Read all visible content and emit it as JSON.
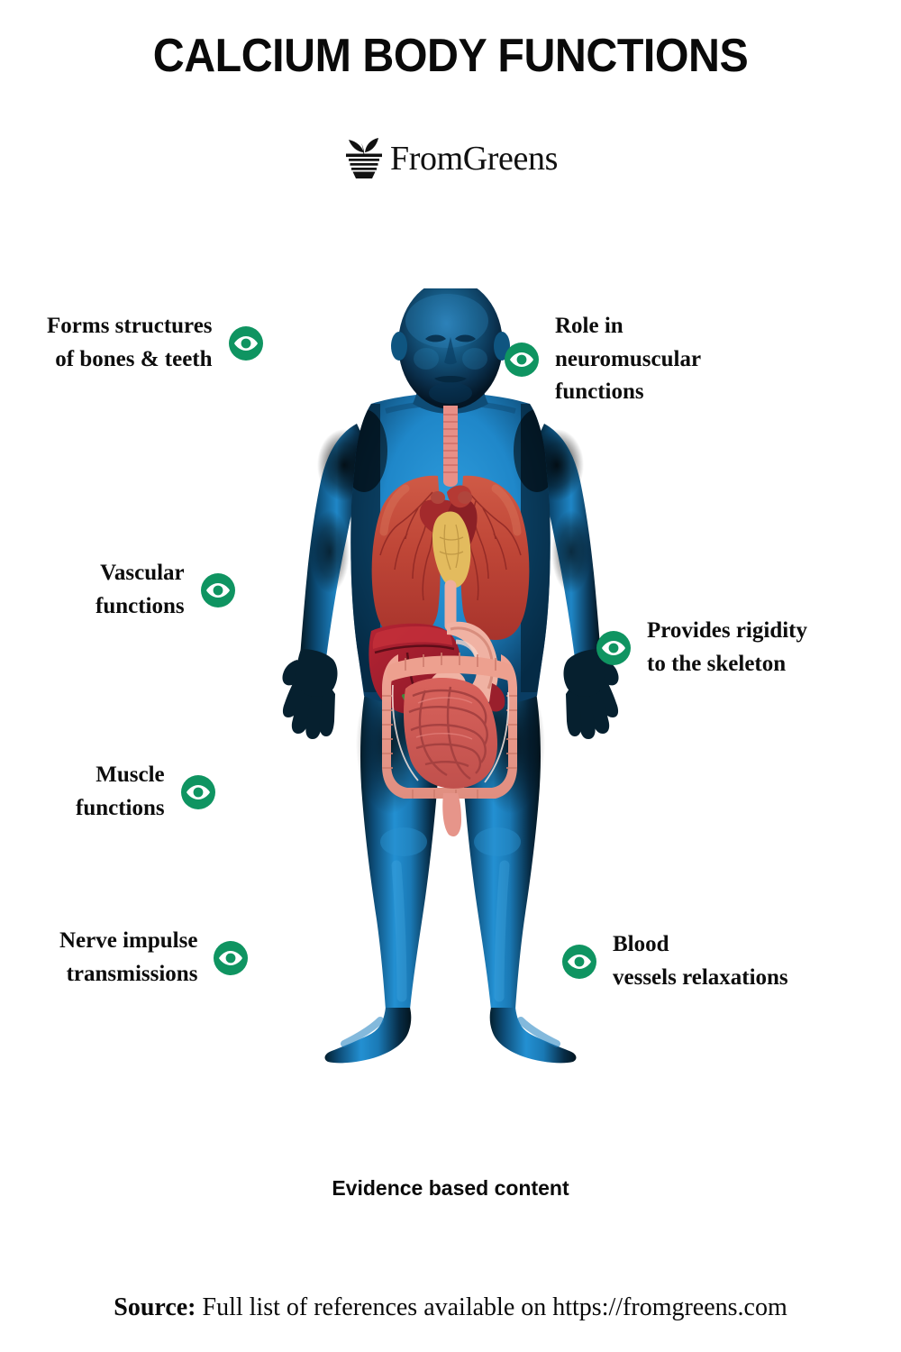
{
  "header": {
    "title": "CALCIUM BODY FUNCTIONS",
    "logo": {
      "icon": "potted-plant-icon",
      "text": "FromGreens"
    }
  },
  "theme": {
    "accent_green": "#0f9461",
    "body_blue": "#1b7fc4",
    "body_blue_dark": "#0d3d66",
    "text_black": "#0d0d0d",
    "background": "#ffffff"
  },
  "illustration": {
    "name": "human-body-anatomy",
    "description": "Blue translucent male human body silhouette with visible internal organs",
    "organs": [
      "trachea",
      "lungs",
      "heart",
      "thymus",
      "liver",
      "stomach",
      "small-intestine",
      "large-intestine"
    ]
  },
  "callouts": [
    {
      "id": "bones",
      "icon": "eye-icon",
      "side": "left",
      "label": "Forms structures\nof bones & teeth"
    },
    {
      "id": "neuro",
      "icon": "eye-icon",
      "side": "right",
      "label": "Role in\nneuromuscular\nfunctions"
    },
    {
      "id": "vascular",
      "icon": "eye-icon",
      "side": "left",
      "label": "Vascular\nfunctions"
    },
    {
      "id": "rigidity",
      "icon": "eye-icon",
      "side": "right",
      "label": "Provides rigidity\nto the  skeleton"
    },
    {
      "id": "muscle",
      "icon": "eye-icon",
      "side": "left",
      "label": "Muscle\nfunctions"
    },
    {
      "id": "nerve",
      "icon": "eye-icon",
      "side": "left",
      "label": "Nerve impulse\ntransmissions"
    },
    {
      "id": "blood",
      "icon": "eye-icon",
      "side": "right",
      "label": "Blood\nvessels relaxations"
    }
  ],
  "footer": {
    "evidence": "Evidence based content",
    "source_label": "Source:",
    "source_text": " Full list of references available on https://fromgreens.com"
  }
}
